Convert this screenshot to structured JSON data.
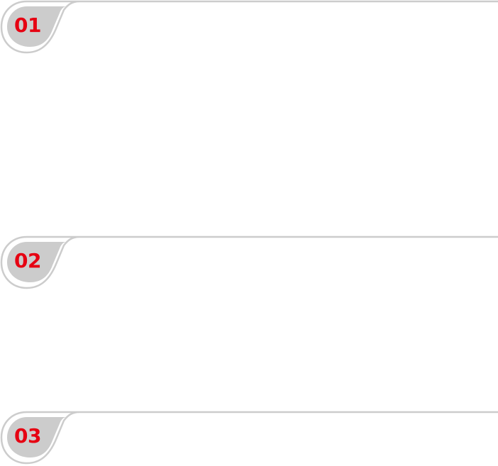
{
  "colors": {
    "line": "#cccccc",
    "badge_fill": "#cccccc",
    "number": "#e60012"
  },
  "sections": [
    {
      "number": "01"
    },
    {
      "number": "02"
    },
    {
      "number": "03"
    }
  ]
}
